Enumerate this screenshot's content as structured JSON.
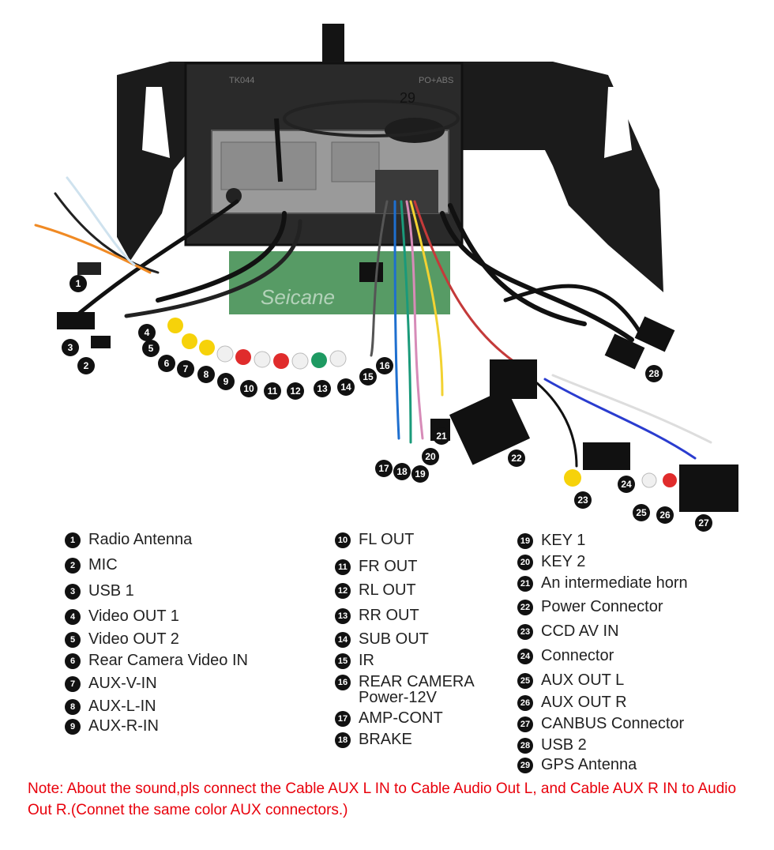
{
  "diagram": {
    "head_unit_marks": [
      "TK044",
      "PO+ABS"
    ],
    "watermark": "Seicane",
    "callouts": [
      "1",
      "2",
      "3",
      "4",
      "5",
      "6",
      "7",
      "8",
      "9",
      "10",
      "11",
      "12",
      "13",
      "14",
      "15",
      "16",
      "17",
      "18",
      "19",
      "20",
      "21",
      "22",
      "23",
      "24",
      "25",
      "26",
      "27",
      "28",
      "29"
    ]
  },
  "legend": {
    "col1": [
      {
        "n": "1",
        "label": "Radio Antenna"
      },
      {
        "n": "2",
        "label": "MIC"
      },
      {
        "n": "3",
        "label": "USB 1"
      },
      {
        "n": "4",
        "label": "Video OUT 1"
      },
      {
        "n": "5",
        "label": "Video OUT 2"
      },
      {
        "n": "6",
        "label": "Rear Camera Video IN"
      },
      {
        "n": "7",
        "label": "AUX-V-IN"
      },
      {
        "n": "8",
        "label": "AUX-L-IN"
      },
      {
        "n": "9",
        "label": "AUX-R-IN"
      }
    ],
    "col2": [
      {
        "n": "10",
        "label": "FL OUT"
      },
      {
        "n": "11",
        "label": "FR OUT"
      },
      {
        "n": "12",
        "label": "RL OUT"
      },
      {
        "n": "13",
        "label": "RR OUT"
      },
      {
        "n": "14",
        "label": "SUB OUT"
      },
      {
        "n": "15",
        "label": "IR"
      },
      {
        "n": "16",
        "label": "REAR CAMERA",
        "label2": "Power-12V"
      },
      {
        "n": "17",
        "label": "AMP-CONT"
      },
      {
        "n": "18",
        "label": "BRAKE"
      }
    ],
    "col3": [
      {
        "n": "19",
        "label": "KEY 1"
      },
      {
        "n": "20",
        "label": "KEY 2"
      },
      {
        "n": "21",
        "label": "An intermediate horn"
      },
      {
        "n": "22",
        "label": "Power Connector"
      },
      {
        "n": "23",
        "label": "CCD AV IN"
      },
      {
        "n": "24",
        "label": "Connector"
      },
      {
        "n": "25",
        "label": "AUX OUT L"
      },
      {
        "n": "26",
        "label": "AUX OUT R"
      },
      {
        "n": "27",
        "label": "CANBUS Connector"
      },
      {
        "n": "28",
        "label": "USB 2"
      },
      {
        "n": "29",
        "label": "GPS Antenna"
      }
    ]
  },
  "note": "Note: About the sound,pls connect the Cable AUX L IN to Cable Audio Out L, and Cable AUX R IN to  Audio Out R.(Connet the same color AUX connectors.)"
}
